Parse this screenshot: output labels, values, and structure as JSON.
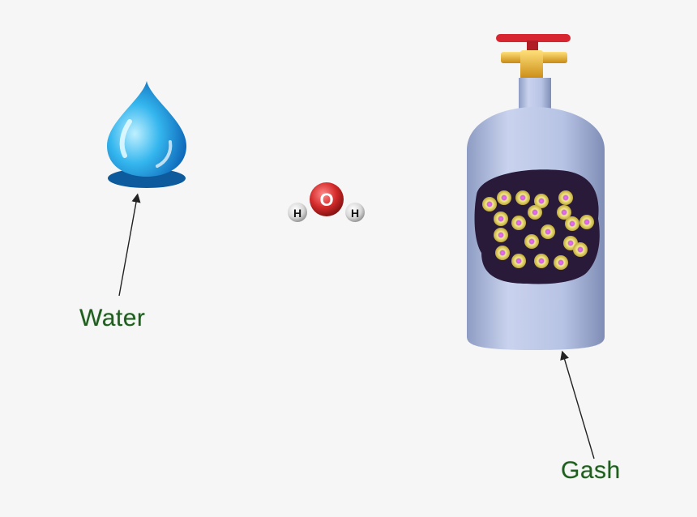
{
  "labels": {
    "water": "Water",
    "gas": "Gash"
  },
  "molecule": {
    "oxygen": "O",
    "hydrogen_left": "H",
    "hydrogen_right": "H"
  },
  "colors": {
    "label_text": "#1f5e1f",
    "water_drop": "#29a9e6",
    "cylinder_body": "#b9c6e6",
    "cylinder_window": "#2a1a3a",
    "gas_particle": "#f0e27a",
    "valve_knob": "#d7262f",
    "valve_brass": "#f2bf2c",
    "oxygen": "#d42a2a",
    "hydrogen": "#e6e6e6"
  }
}
